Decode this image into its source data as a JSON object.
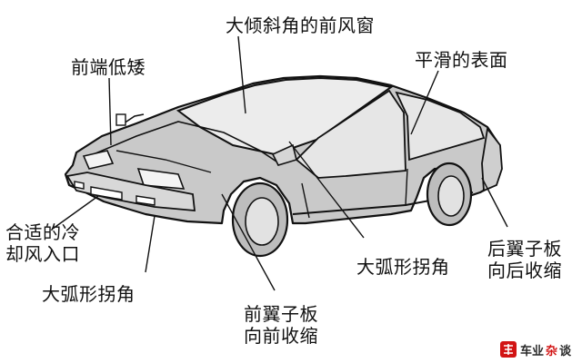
{
  "labels": {
    "windshield": "大倾斜角的前风窗",
    "front_low": "前端低矮",
    "smooth_surface": "平滑的表面",
    "air_intake_line1": "合适的冷",
    "air_intake_line2": "却风入口",
    "big_arc_corner_front": "大弧形拐角",
    "big_arc_corner_side": "大弧形拐角",
    "front_fender_line1": "前翼子板",
    "front_fender_line2": "向前收缩",
    "rear_fender_line1": "后翼子板",
    "rear_fender_line2": "向后收缩"
  },
  "watermark": {
    "part1": "车业",
    "part2": "杂",
    "part3": "谈"
  }
}
